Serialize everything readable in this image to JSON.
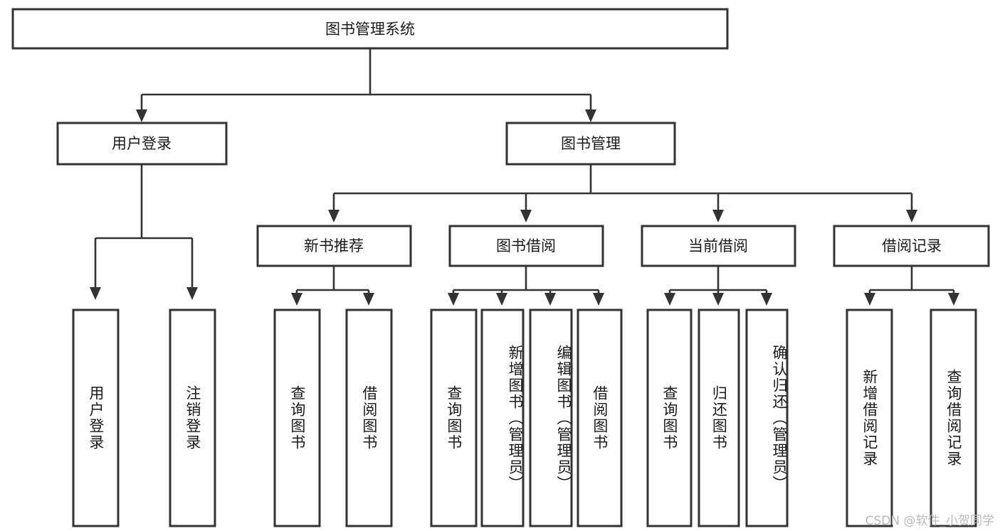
{
  "diagram": {
    "type": "tree-hierarchy-chart",
    "title": "图书管理系统",
    "orientation": "top-down",
    "colors": {
      "box_fill": "#ffffff",
      "box_stroke": "#333333",
      "connector": "#333333",
      "text": "#1a1a1a",
      "watermark": "#b8b8b8",
      "background": "#ffffff"
    },
    "root": {
      "label": "图书管理系统"
    },
    "level2": [
      {
        "label": "用户登录"
      },
      {
        "label": "图书管理"
      }
    ],
    "level3": [
      {
        "label": "新书推荐"
      },
      {
        "label": "图书借阅"
      },
      {
        "label": "当前借阅"
      },
      {
        "label": "借阅记录"
      }
    ],
    "leaves": {
      "user_login": [
        {
          "label": "用户登录"
        },
        {
          "label": "注销登录"
        }
      ],
      "new_book_recommend": [
        {
          "label": "查询图书"
        },
        {
          "label": "借阅图书"
        }
      ],
      "book_borrow": [
        {
          "label": "查询图书"
        },
        {
          "label": "新增图书（管理员）"
        },
        {
          "label": "编辑图书（管理员）"
        },
        {
          "label": "借阅图书"
        }
      ],
      "current_borrow": [
        {
          "label": "查询图书"
        },
        {
          "label": "归还图书"
        },
        {
          "label": "确认归还（管理员）"
        }
      ],
      "borrow_record": [
        {
          "label": "新增借阅记录"
        },
        {
          "label": "查询借阅记录"
        }
      ]
    }
  },
  "watermark": {
    "text": "CSDN @软件_小贺同学"
  }
}
